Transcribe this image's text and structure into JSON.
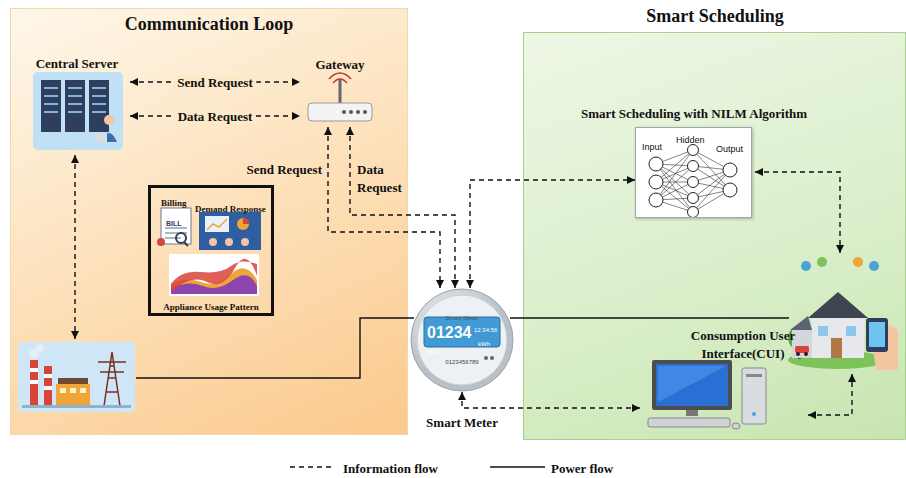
{
  "diagram": {
    "nodes": [
      {
        "text": [
          "Communication Loop"
        ]
      },
      {
        "text": [
          "Central Server"
        ],
        "in": 0
      },
      {
        "text": [
          "Gateway"
        ],
        "in": 0
      },
      {
        "text": [
          "Billing",
          "Demand Response",
          "Appliance Usage Pattern"
        ],
        "in": 0
      },
      {
        "text": [
          "Smart Meter"
        ]
      },
      {
        "text": [
          "Smart Scheduling"
        ]
      },
      {
        "text": [
          "Smart Scheduling with NILM Algorithm",
          "Input",
          "Hidden",
          "Output"
        ],
        "in": 5
      },
      {
        "text": [
          "Consumption User Interface(CUI)"
        ],
        "in": 5
      }
    ],
    "edges": [
      {
        "from": 1,
        "to": 2,
        "label": "Send Request",
        "arrow": "both"
      },
      {
        "from": 1,
        "to": 2,
        "label": "Data Request",
        "arrow": "both"
      },
      {
        "from": 2,
        "to": 4,
        "label": "Send Request",
        "arrow": "both"
      },
      {
        "from": 2,
        "to": 4,
        "label": "Data Request",
        "arrow": "both"
      },
      {
        "from": 4,
        "to": 6,
        "arrow": "both"
      },
      {
        "from": 4,
        "to": 7,
        "arrow": "both"
      }
    ],
    "labels": [
      "BILL",
      "Smart Meter",
      "12:34:56",
      "01234",
      "kWh",
      "56789",
      "0123456789"
    ],
    "legend": [
      {
        "text": "Information flow"
      },
      {
        "text": "Power flow"
      }
    ]
  }
}
